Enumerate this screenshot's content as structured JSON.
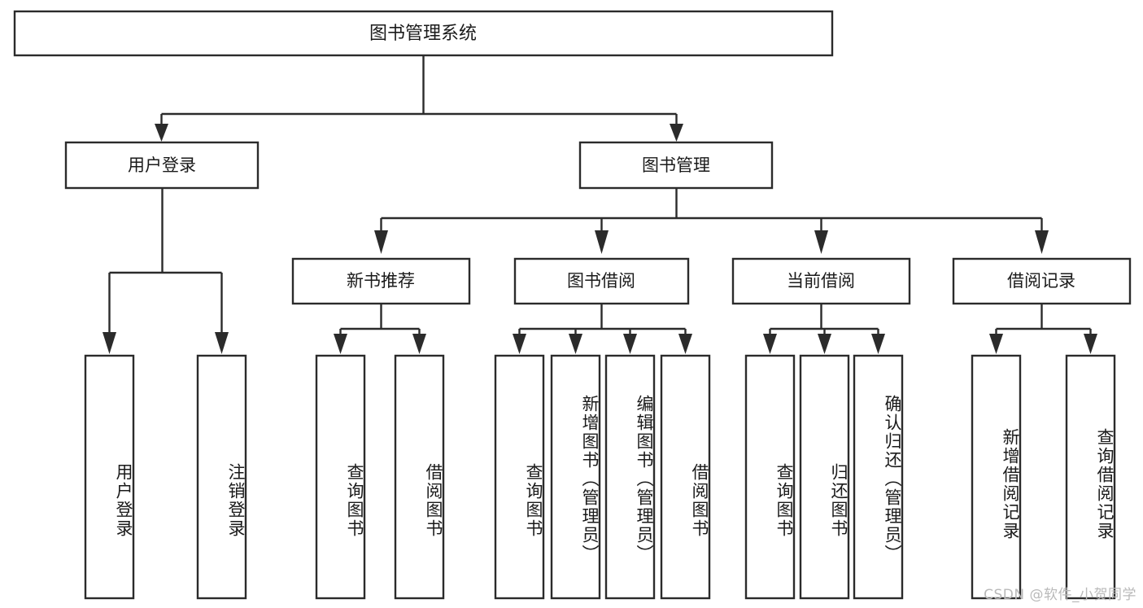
{
  "diagram": {
    "type": "tree-hierarchy",
    "title": "图书管理系统",
    "orientation": "top-down",
    "colors": {
      "box_stroke": "#2b2b2b",
      "box_fill": "#ffffff",
      "connector": "#2b2b2b",
      "text": "#1a1a1a",
      "background": "#ffffff",
      "watermark": "#b9b9b9"
    },
    "root": {
      "id": "root",
      "label": "图书管理系统"
    },
    "level2": [
      {
        "id": "user-login",
        "label": "用户登录"
      },
      {
        "id": "book-manage",
        "label": "图书管理"
      }
    ],
    "level3": [
      {
        "id": "new-book-recommend",
        "label": "新书推荐",
        "parent": "book-manage"
      },
      {
        "id": "book-borrow",
        "label": "图书借阅",
        "parent": "book-manage"
      },
      {
        "id": "current-borrow",
        "label": "当前借阅",
        "parent": "book-manage"
      },
      {
        "id": "borrow-record",
        "label": "借阅记录",
        "parent": "book-manage"
      }
    ],
    "leaves": {
      "user-login": [
        {
          "id": "leaf-user-login",
          "label": "用户登录"
        },
        {
          "id": "leaf-logout-login",
          "label": "注销登录"
        }
      ],
      "new-book-recommend": [
        {
          "id": "leaf-query-book-1",
          "label": "查询图书"
        },
        {
          "id": "leaf-borrow-book-1",
          "label": "借阅图书"
        }
      ],
      "book-borrow": [
        {
          "id": "leaf-query-book-2",
          "label": "查询图书"
        },
        {
          "id": "leaf-add-book",
          "label": "新增图书（管理员）"
        },
        {
          "id": "leaf-edit-book",
          "label": "编辑图书（管理员）"
        },
        {
          "id": "leaf-borrow-book-2",
          "label": "借阅图书"
        }
      ],
      "current-borrow": [
        {
          "id": "leaf-query-book-3",
          "label": "查询图书"
        },
        {
          "id": "leaf-return-book",
          "label": "归还图书"
        },
        {
          "id": "leaf-confirm-return",
          "label": "确认归还（管理员）"
        }
      ],
      "borrow-record": [
        {
          "id": "leaf-add-record",
          "label": "新增借阅记录"
        },
        {
          "id": "leaf-query-record",
          "label": "查询借阅记录"
        }
      ]
    }
  },
  "watermark": {
    "text": "CSDN @软件_小贺同学"
  }
}
